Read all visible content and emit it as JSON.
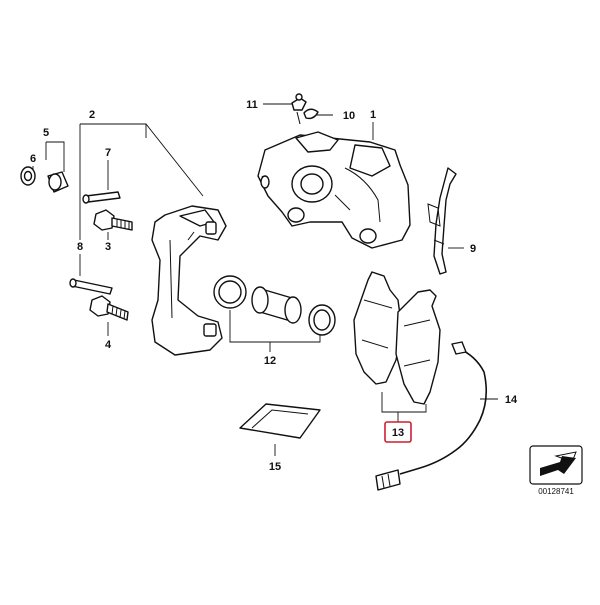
{
  "labels": {
    "n1": "1",
    "n2": "2",
    "n3": "3",
    "n4": "4",
    "n5": "5",
    "n6": "6",
    "n7": "7",
    "n8": "8",
    "n9": "9",
    "n10": "10",
    "n11": "11",
    "n12": "12",
    "n13": "13",
    "n14": "14",
    "n15": "15"
  },
  "highlighted_label": "13",
  "highlight_color": "#cc1f2e",
  "catalog_number": "00128741"
}
